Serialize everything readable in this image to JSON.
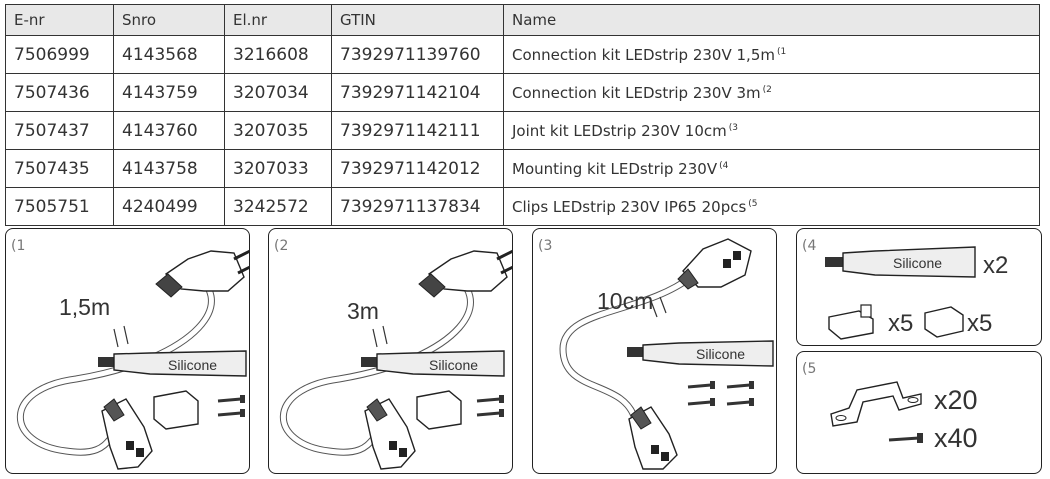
{
  "table": {
    "headers": [
      "E-nr",
      "Snro",
      "El.nr",
      "GTIN",
      "Name"
    ],
    "rows": [
      {
        "enr": "7506999",
        "snro": "4143568",
        "elnr": "3216608",
        "gtin": "7392971139760",
        "name": "Connection kit LEDstrip 230V 1,5m",
        "note": "(1"
      },
      {
        "enr": "7507436",
        "snro": "4143759",
        "elnr": "3207034",
        "gtin": "7392971142104",
        "name": "Connection kit LEDstrip 230V 3m",
        "note": "(2"
      },
      {
        "enr": "7507437",
        "snro": "4143760",
        "elnr": "3207035",
        "gtin": "7392971142111",
        "name": "Joint kit LEDstrip 230V 10cm",
        "note": "(3"
      },
      {
        "enr": "7507435",
        "snro": "4143758",
        "elnr": "3207033",
        "gtin": "7392971142012",
        "name": "Mounting kit LEDstrip 230V",
        "note": "(4"
      },
      {
        "enr": "7505751",
        "snro": "4240499",
        "elnr": "3242572",
        "gtin": "7392971137834",
        "name": "Clips LEDstrip 230V IP65 20pcs",
        "note": "(5"
      }
    ]
  },
  "panels": {
    "p1": {
      "label": "(1",
      "length": "1,5m",
      "tube": "Silicone"
    },
    "p2": {
      "label": "(2",
      "length": "3m",
      "tube": "Silicone"
    },
    "p3": {
      "label": "(3",
      "length": "10cm",
      "tube": "Silicone"
    },
    "p4": {
      "label": "(4",
      "tube": "Silicone",
      "tube_qty": "x2",
      "endcap_qty": "x5",
      "cap_qty": "x5"
    },
    "p5": {
      "label": "(5",
      "clip_qty": "x20",
      "screw_qty": "x40"
    }
  }
}
